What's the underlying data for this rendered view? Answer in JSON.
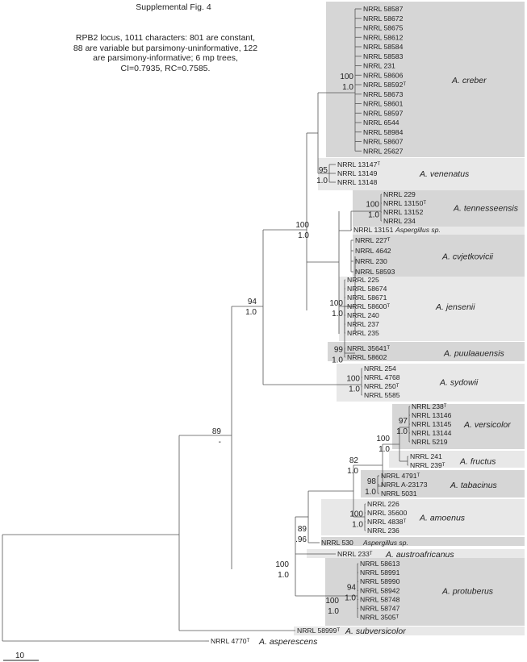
{
  "title": "Supplemental Fig. 4",
  "caption": [
    "RPB2 locus, 1011 characters: 801  are constant,",
    "88 are variable but parsimony-uninformative, 122",
    "are parsimony-informative; 6 mp trees,",
    "CI=0.7935, RC=0.7585."
  ],
  "scale_bar_label": "10",
  "colors": {
    "box_dark": "#d6d6d6",
    "box_light": "#e8e8e8",
    "branch": "#555555"
  },
  "clades": [
    {
      "name": "A. creber",
      "taxa": [
        "NRRL 58587",
        "NRRL 58672",
        "NRRL 58675",
        "NRRL 58612",
        "NRRL 58584",
        "NRRL 58583",
        "NRRL 231",
        "NRRL 58606",
        "NRRL 58592ᵀ",
        "NRRL 58673",
        "NRRL 58601",
        "NRRL 58597",
        "NRRL 6544",
        "NRRL 58984",
        "NRRL 58607",
        "NRRL 25627"
      ],
      "bootstrap": "100",
      "pp": "1.0"
    },
    {
      "name": "A. venenatus",
      "taxa": [
        "NRRL 13147ᵀ",
        "NRRL 13149",
        "NRRL 13148"
      ],
      "bootstrap": "95",
      "pp": "1.0"
    },
    {
      "name": "A. tennesseensis",
      "taxa": [
        "NRRL 229",
        "NRRL 13150ᵀ",
        "NRRL 13152",
        "NRRL 234"
      ],
      "bootstrap": "100",
      "pp": "1.0"
    },
    {
      "name": "",
      "taxa": [
        "NRRL 13151"
      ],
      "taxon_suffix": "Aspergillus sp."
    },
    {
      "name": "A. cvjetkovicii",
      "taxa": [
        "NRRL 227ᵀ",
        "NRRL 4642",
        "NRRL 230",
        "NRRL 58593"
      ]
    },
    {
      "name": "A. jensenii",
      "taxa": [
        "NRRL 225",
        "NRRL 58674",
        "NRRL 58671",
        "NRRL 58600ᵀ",
        "NRRL 240",
        "NRRL 237",
        "NRRL 235"
      ],
      "bootstrap": "100",
      "pp": "1.0"
    },
    {
      "name": "A. puulaauensis",
      "taxa": [
        "NRRL 35641ᵀ",
        "NRRL 58602"
      ],
      "bootstrap": "99",
      "pp": "1.0"
    },
    {
      "name": "A. sydowii",
      "taxa": [
        "NRRL 254",
        "NRRL 4768",
        "NRRL 250ᵀ",
        "NRRL 5585"
      ],
      "bootstrap": "100",
      "pp": "1.0"
    },
    {
      "name": "A. versicolor",
      "taxa": [
        "NRRL 238ᵀ",
        "NRRL 13146",
        "NRRL 13145",
        "NRRL 13144",
        "NRRL 5219"
      ],
      "bootstrap": "97",
      "pp": "1.0"
    },
    {
      "name": "A. fructus",
      "taxa": [
        "NRRL 241",
        "NRRL 239ᵀ"
      ]
    },
    {
      "name": "A. tabacinus",
      "taxa": [
        "NRRL 4791ᵀ",
        "NRRL A-23173",
        "NRRL 5031"
      ],
      "bootstrap": "98",
      "pp": "1.0"
    },
    {
      "name": "A. amoenus",
      "taxa": [
        "NRRL 226",
        "NRRL 35600",
        "NRRL 4838ᵀ",
        "NRRL 236"
      ],
      "bootstrap": "100",
      "pp": "1.0"
    },
    {
      "name": "",
      "taxa": [
        "NRRL 530"
      ],
      "taxon_suffix": "Aspergillus sp."
    },
    {
      "name": "A. austroafricanus",
      "taxa": [
        "NRRL 233ᵀ"
      ]
    },
    {
      "name": "A. protuberus",
      "taxa": [
        "NRRL 58613",
        "NRRL 58991",
        "NRRL 58990",
        "NRRL 58942",
        "NRRL 58748",
        "NRRL 58747",
        "NRRL 3505ᵀ"
      ],
      "bootstrap": "94",
      "pp": "1.0",
      "outer_bootstrap": "100",
      "outer_pp": "1.0"
    },
    {
      "name": "A. subversicolor",
      "taxa": [
        "NRRL 58999ᵀ"
      ]
    },
    {
      "name": "A. asperescens",
      "taxa": [
        "NRRL 4770ᵀ"
      ]
    }
  ],
  "internal_supports": [
    {
      "bootstrap": "100",
      "pp": "1.0"
    },
    {
      "bootstrap": "94",
      "pp": "1.0"
    },
    {
      "bootstrap": "89",
      "pp": "-"
    },
    {
      "bootstrap": "100",
      "pp": "1.0"
    },
    {
      "bootstrap": "82",
      "pp": "1.0"
    },
    {
      "bootstrap": "89",
      "pp": ".96"
    },
    {
      "bootstrap": "100",
      "pp": "1.0"
    }
  ]
}
